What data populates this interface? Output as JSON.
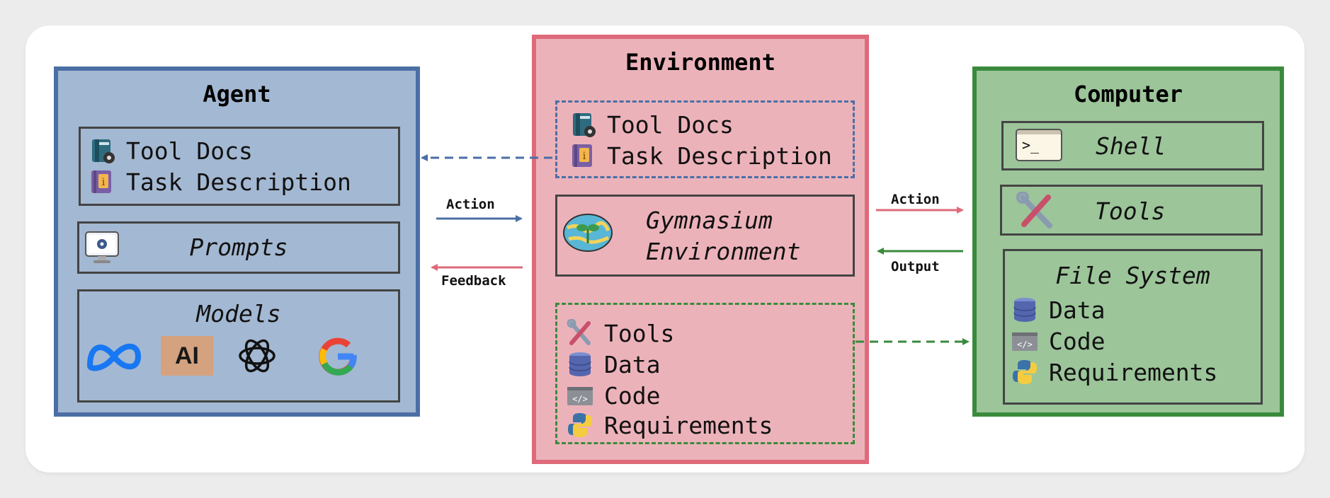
{
  "agent": {
    "title": "Agent",
    "tool_docs": "Tool Docs",
    "task_description": "Task Description",
    "prompts": "Prompts",
    "models_title": "Models",
    "model_logos": [
      "meta-icon",
      "anthropic-icon",
      "openai-icon",
      "google-icon"
    ],
    "anthropic_logo_text": "AI"
  },
  "environment": {
    "title": "Environment",
    "tool_docs": "Tool Docs",
    "task_description": "Task Description",
    "gym_line1": "Gymnasium",
    "gym_line2": "Environment",
    "resources": [
      "Tools",
      "Data",
      "Code",
      "Requirements"
    ]
  },
  "computer": {
    "title": "Computer",
    "shell": "Shell",
    "shell_prompt": ">_",
    "tools": "Tools",
    "fs_title": "File System",
    "fs_items": [
      "Data",
      "Code",
      "Requirements"
    ]
  },
  "arrows": {
    "agent_action": "Action",
    "agent_feedback": "Feedback",
    "computer_action": "Action",
    "computer_output": "Output"
  },
  "colors": {
    "agent_fill": "#a3b8d2",
    "agent_border": "#4b6fa5",
    "env_fill": "#ecb2ba",
    "env_border": "#de6a7a",
    "computer_fill": "#9cc59a",
    "computer_border": "#3a8a3c",
    "arrow_blue": "#4b6fa5",
    "arrow_red": "#de6a7a",
    "arrow_green": "#3a8a3c"
  }
}
